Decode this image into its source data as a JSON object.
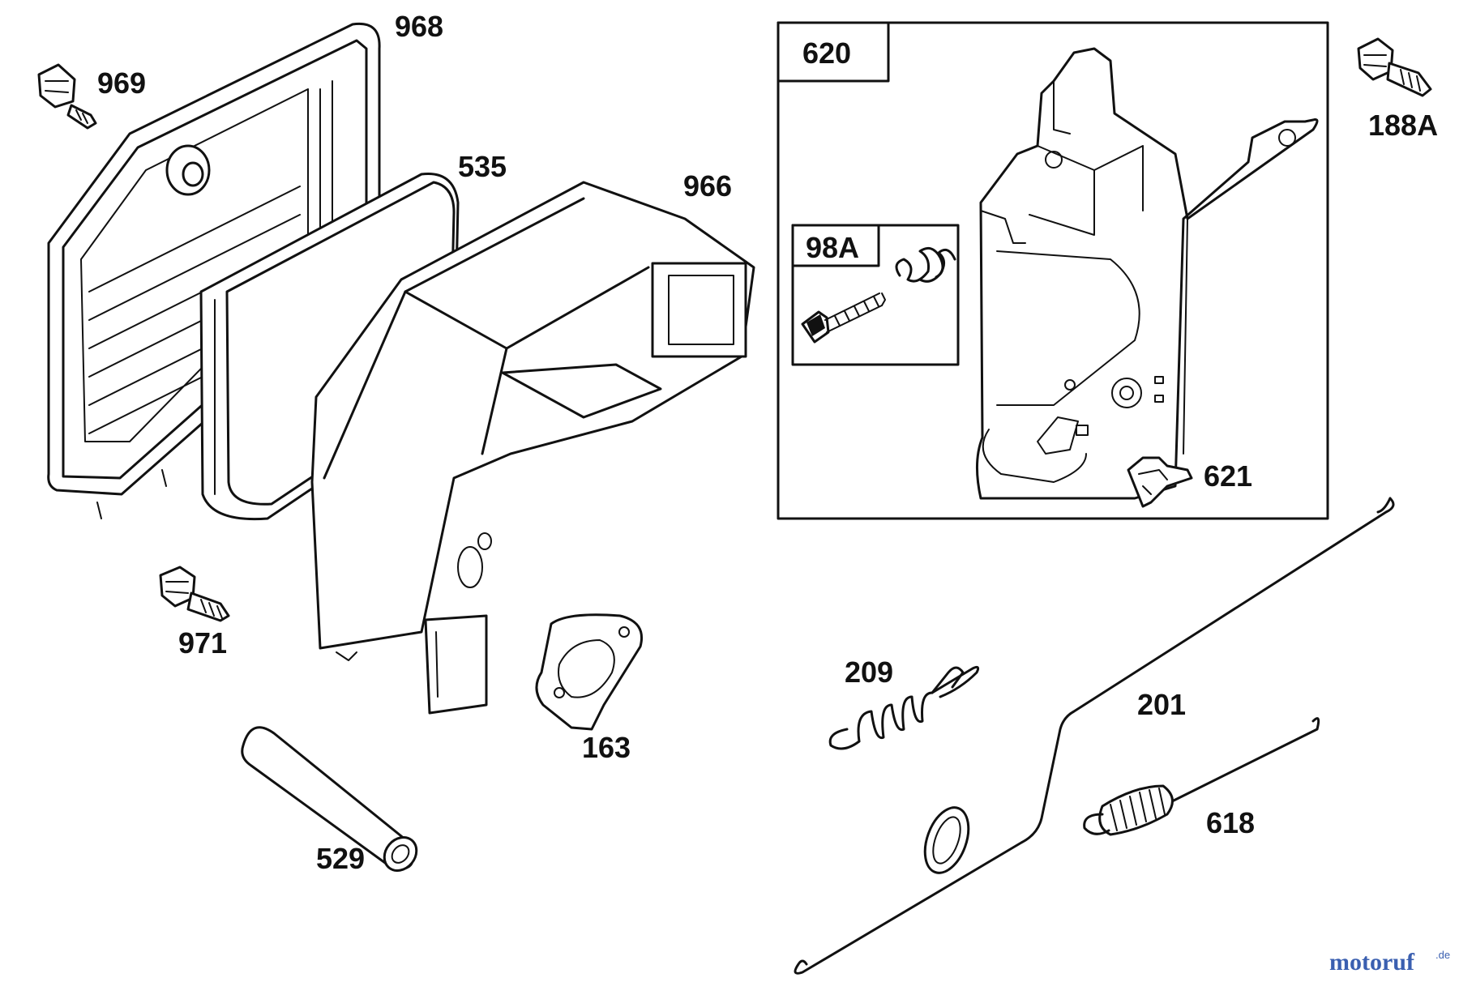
{
  "parts": {
    "p968": "968",
    "p969": "969",
    "p535": "535",
    "p966": "966",
    "p620": "620",
    "p188A": "188A",
    "p98A": "98A",
    "p621": "621",
    "p971": "971",
    "p163": "163",
    "p209": "209",
    "p201": "201",
    "p618": "618",
    "p529": "529"
  },
  "watermark": {
    "brand": "motoruf",
    "tld": ".de"
  },
  "colors": {
    "line": "#111111",
    "watermark": "#3a5fb0"
  }
}
